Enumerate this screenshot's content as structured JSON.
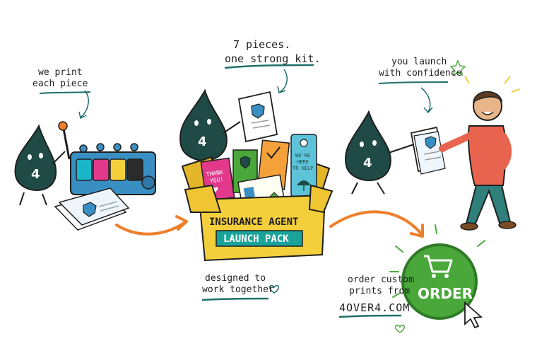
{
  "captions": {
    "print_line1": "we print",
    "print_line2": "each piece",
    "kit_line1": "7 pieces.",
    "kit_line2": "one strong kit.",
    "launch_line1": "you launch",
    "launch_line2": "with confidence",
    "designed_line1": "designed to",
    "designed_line2": "work together",
    "order_line1": "order custom",
    "order_line2": "prints from",
    "site": "4OVER4.COM"
  },
  "mascot": {
    "label": "4"
  },
  "box": {
    "line1": "INSURANCE AGENT",
    "line2": "LAUNCH PACK"
  },
  "cards": {
    "thank_you_line1": "THANK",
    "thank_you_line2": "YOU!",
    "door_hanger_line1": "WE'RE",
    "door_hanger_line2": "HERE",
    "door_hanger_line3": "TO HELP"
  },
  "order_button": {
    "label": "ORDER"
  },
  "colors": {
    "mascot": "#1f4a46",
    "machine": "#3a8fc2",
    "box": "#f4cf3c",
    "box_band": "#1aa39b",
    "arrow": "#f07f2a",
    "order_green": "#4aa83a",
    "underline": "#1f6f6a"
  },
  "icons": [
    "shield-icon",
    "cart-icon",
    "cursor-icon",
    "heart-icon",
    "star-icon",
    "umbrella-icon",
    "house-icon"
  ]
}
